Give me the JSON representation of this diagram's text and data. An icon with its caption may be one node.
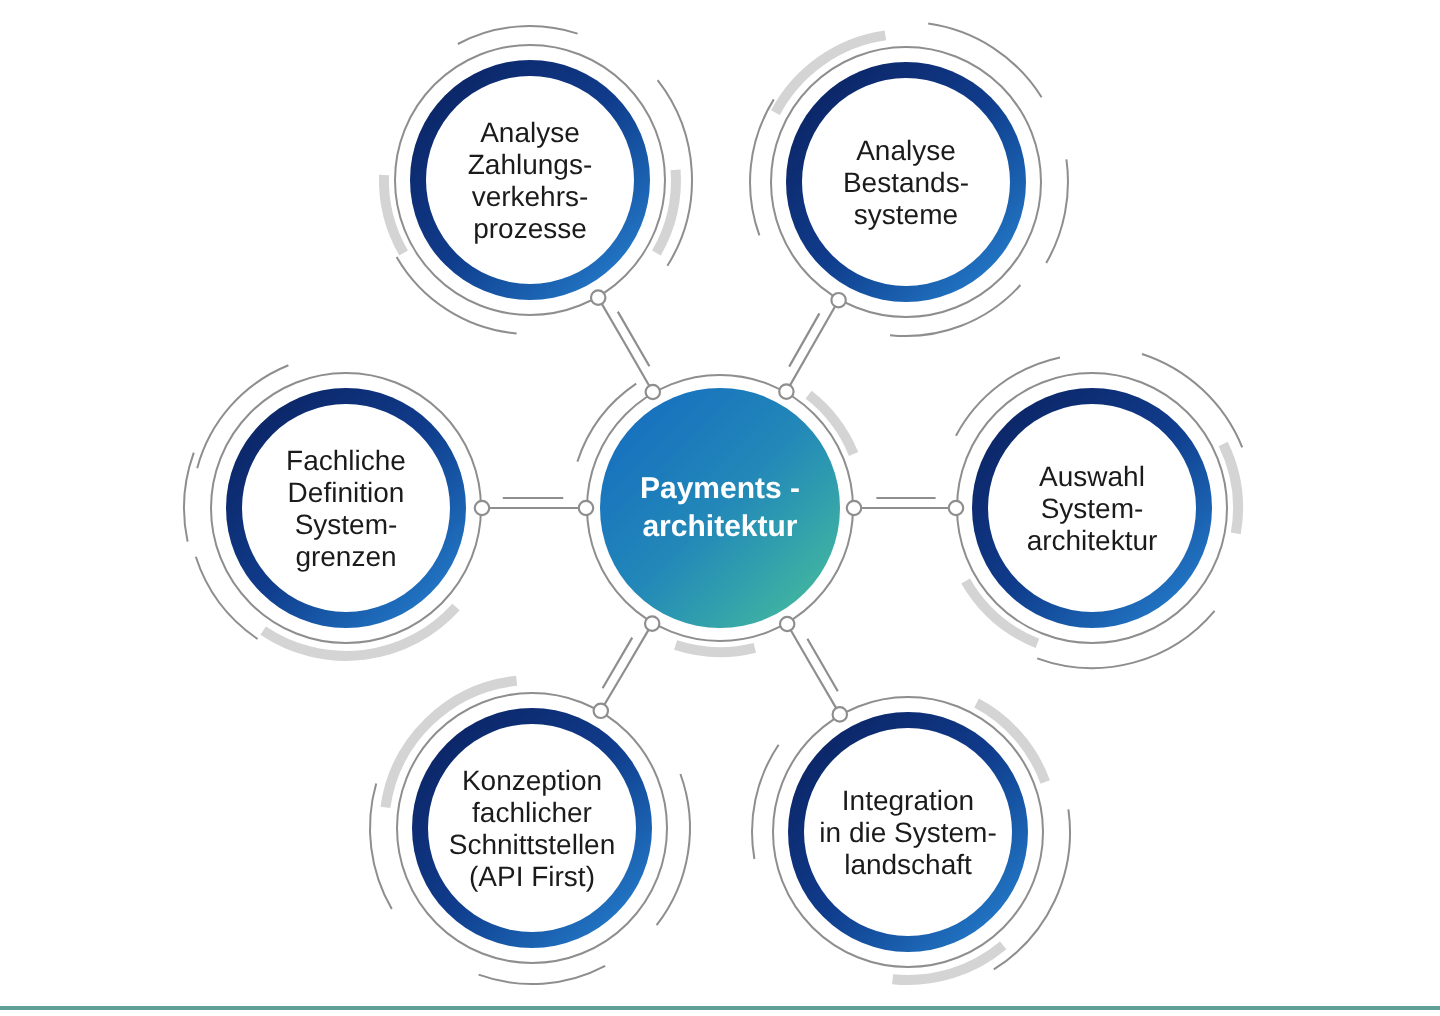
{
  "diagram": {
    "nodes": [
      {
        "text": [
          "Analyse Zahlungs- verkehrs- prozesse"
        ]
      },
      {
        "text": [
          "Analyse Bestands- systeme"
        ]
      },
      {
        "text": [
          "Fachliche Definition System- grenzen"
        ]
      },
      {
        "text": [
          "Payments - architektur"
        ]
      },
      {
        "text": [
          "Auswahl System- architektur"
        ]
      },
      {
        "text": [
          "Konzeption fachlicher Schnittstellen (API First)"
        ]
      },
      {
        "text": [
          "Integration in die System- landschaft"
        ]
      }
    ],
    "edges": [
      {
        "from": 3,
        "to": 0,
        "arrow": "other"
      },
      {
        "from": 3,
        "to": 1,
        "arrow": "other"
      },
      {
        "from": 3,
        "to": 2,
        "arrow": "other"
      },
      {
        "from": 3,
        "to": 4,
        "arrow": "other"
      },
      {
        "from": 3,
        "to": 5,
        "arrow": "other"
      },
      {
        "from": 3,
        "to": 6,
        "arrow": "other"
      }
    ]
  }
}
